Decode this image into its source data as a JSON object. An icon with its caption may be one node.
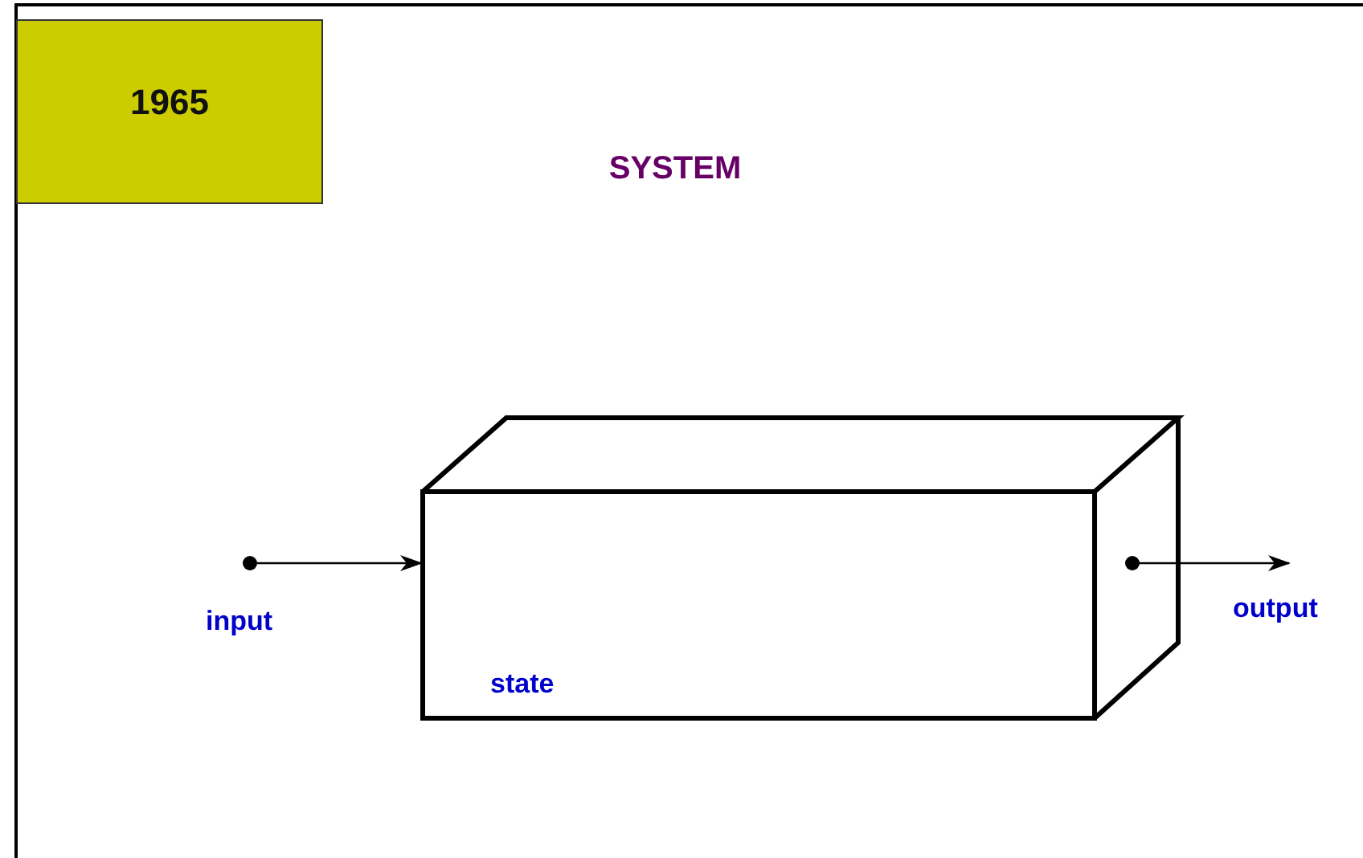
{
  "diagram": {
    "title": "SYSTEM",
    "nodes": [
      {
        "text": [
          "1965"
        ]
      },
      {
        "text": [
          "state"
        ]
      },
      {
        "text": [],
        "shape": "circle"
      },
      {
        "text": [],
        "shape": "circle"
      }
    ],
    "labels": [
      "input",
      "output"
    ],
    "edges": [
      {
        "from": 2,
        "to": 1,
        "arrow": "to"
      },
      {
        "from": 3,
        "to": null,
        "arrow": "to"
      }
    ]
  }
}
